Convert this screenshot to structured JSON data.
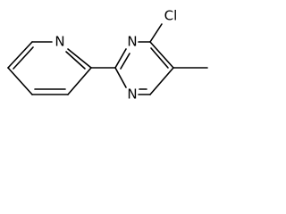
{
  "molecule": {
    "atoms": {
      "pyridine_n": "N",
      "pyrimidine_n_top": "N",
      "pyrimidine_n_bottom": "N",
      "chlorine": "Cl"
    }
  },
  "colors": {
    "bond": "#000000",
    "label": "#000000",
    "background": "#ffffff"
  }
}
